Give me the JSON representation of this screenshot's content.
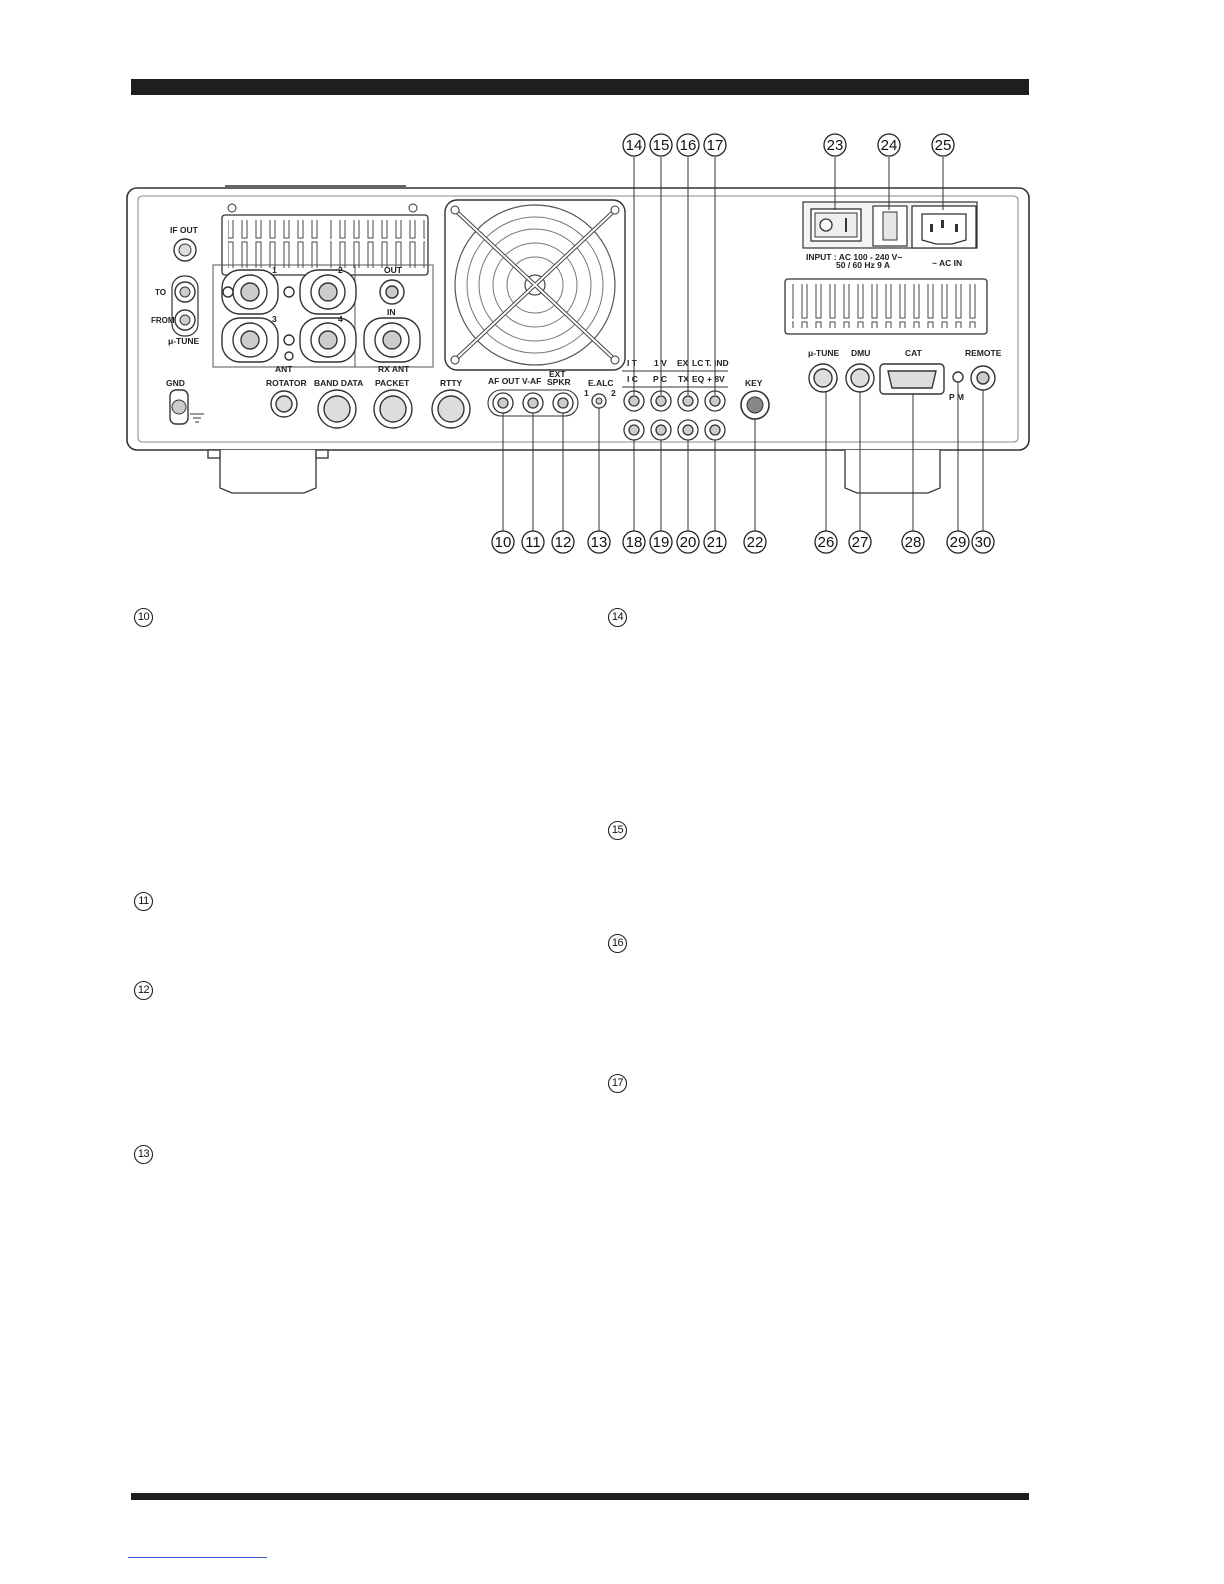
{
  "page": {
    "background": "#ffffff",
    "rule_color": "#1e1e1e",
    "link_color": "#3a5bcf"
  },
  "panel_labels": {
    "if_out": "IF OUT",
    "to": "TO",
    "from": "FROM",
    "mu_tune_left": "μ-TUNE",
    "gnd": "GND",
    "ant_1": "1",
    "ant_2": "2",
    "ant_3": "3",
    "ant_4": "4",
    "out": "OUT",
    "in": "IN",
    "ant": "ANT",
    "rx_ant": "RX ANT",
    "rotator": "ROTATOR",
    "band_data": "BAND DATA",
    "packet": "PACKET",
    "rtty": "RTTY",
    "af_out": "AF OUT",
    "v_af": "V-AF",
    "ext_spkr": "EXT\nSPKR",
    "e_alc": "E.ALC",
    "alc_1": "1",
    "alc_2": "2",
    "rca_top_row": [
      "I T",
      "1 V",
      "EX",
      "LC",
      "T. IND"
    ],
    "rca_mid_row": [
      "I C",
      "P C",
      "TX",
      "EQ",
      "+ 8V"
    ],
    "key": "KEY",
    "input_rating_line1": "INPUT : AC 100 - 240 V~",
    "input_rating_line2": "50 / 60 Hz 9 A",
    "ac_in": "~ AC IN",
    "mu_tune_right": "μ-TUNE",
    "dmu": "DMU",
    "cat": "CAT",
    "remote": "REMOTE",
    "p_m": "P  M"
  },
  "callouts_top": [
    "14",
    "15",
    "16",
    "17",
    "23",
    "24",
    "25"
  ],
  "callouts_bottom": [
    "10",
    "11",
    "12",
    "13",
    "18",
    "19",
    "20",
    "21",
    "22",
    "26",
    "27",
    "28",
    "29",
    "30"
  ],
  "section_markers": {
    "left": [
      "10",
      "11",
      "12",
      "13"
    ],
    "right": [
      "14",
      "15",
      "16",
      "17"
    ]
  }
}
